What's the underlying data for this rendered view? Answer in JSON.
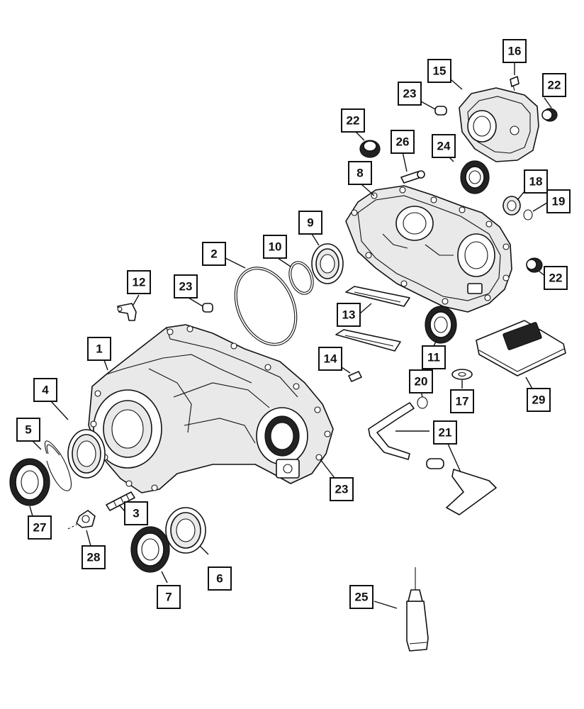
{
  "callouts": [
    {
      "id": "c1",
      "label": "1"
    },
    {
      "id": "c2",
      "label": "2"
    },
    {
      "id": "c3",
      "label": "3"
    },
    {
      "id": "c4",
      "label": "4"
    },
    {
      "id": "c5",
      "label": "5"
    },
    {
      "id": "c6",
      "label": "6"
    },
    {
      "id": "c7",
      "label": "7"
    },
    {
      "id": "c8",
      "label": "8"
    },
    {
      "id": "c9",
      "label": "9"
    },
    {
      "id": "c10",
      "label": "10"
    },
    {
      "id": "c11",
      "label": "11"
    },
    {
      "id": "c12",
      "label": "12"
    },
    {
      "id": "c13",
      "label": "13"
    },
    {
      "id": "c14",
      "label": "14"
    },
    {
      "id": "c15",
      "label": "15"
    },
    {
      "id": "c16",
      "label": "16"
    },
    {
      "id": "c17",
      "label": "17"
    },
    {
      "id": "c18",
      "label": "18"
    },
    {
      "id": "c19",
      "label": "19"
    },
    {
      "id": "c20",
      "label": "20"
    },
    {
      "id": "c21",
      "label": "21"
    },
    {
      "id": "c22a",
      "label": "22"
    },
    {
      "id": "c22b",
      "label": "22"
    },
    {
      "id": "c22c",
      "label": "22"
    },
    {
      "id": "c23a",
      "label": "23"
    },
    {
      "id": "c23b",
      "label": "23"
    },
    {
      "id": "c23c",
      "label": "23"
    },
    {
      "id": "c24",
      "label": "24"
    },
    {
      "id": "c25",
      "label": "25"
    },
    {
      "id": "c26",
      "label": "26"
    },
    {
      "id": "c27",
      "label": "27"
    },
    {
      "id": "c28",
      "label": "28"
    },
    {
      "id": "c29",
      "label": "29"
    }
  ]
}
